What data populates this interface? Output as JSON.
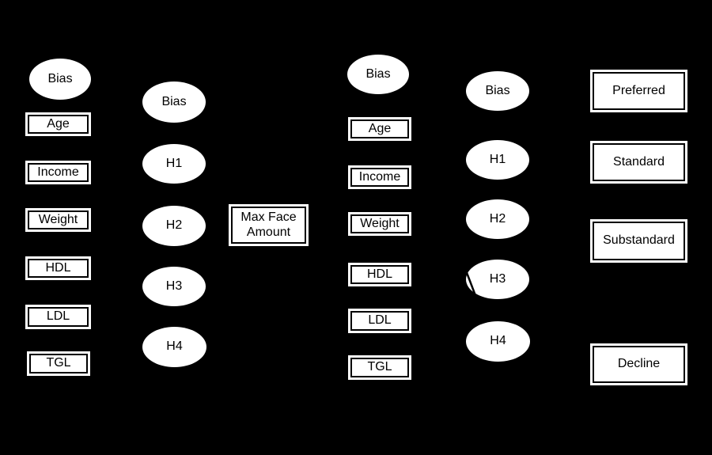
{
  "diagram": {
    "background": "#000000",
    "node_fill": "#ffffff",
    "node_stroke": "#000000",
    "text_color": "#000000"
  },
  "network1": {
    "input_bias": "Bias",
    "features": [
      "Age",
      "Income",
      "Weight",
      "HDL",
      "LDL",
      "TGL"
    ],
    "hidden": [
      "Bias",
      "H1",
      "H2",
      "H3",
      "H4"
    ],
    "output": "Max Face Amount"
  },
  "network2": {
    "input_bias": "Bias",
    "features": [
      "Age",
      "Income",
      "Weight",
      "HDL",
      "LDL",
      "TGL"
    ],
    "hidden": [
      "Bias",
      "H1",
      "H2",
      "H3",
      "H4"
    ],
    "outputs": [
      "Preferred",
      "Standard",
      "Substandard",
      "Decline"
    ]
  }
}
